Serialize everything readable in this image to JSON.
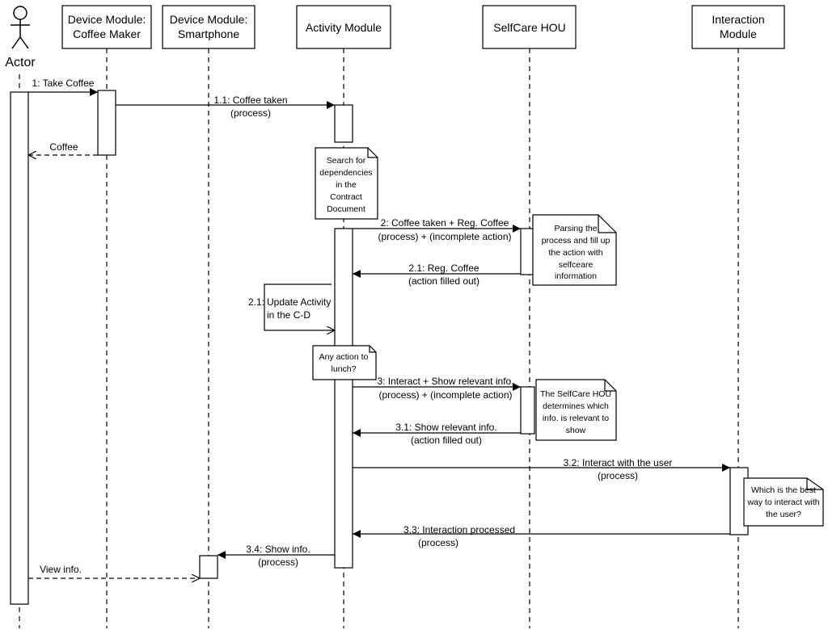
{
  "actor": {
    "label": "Actor"
  },
  "lifelines": [
    {
      "id": "coffee-maker",
      "lines": [
        "Device Module:",
        "Coffee Maker"
      ]
    },
    {
      "id": "smartphone",
      "lines": [
        "Device Module:",
        "Smartphone"
      ]
    },
    {
      "id": "activity-module",
      "lines": [
        "Activity Module"
      ]
    },
    {
      "id": "selfcare-hou",
      "lines": [
        "SelfCare HOU"
      ]
    },
    {
      "id": "interaction-module",
      "lines": [
        "Interaction",
        "Module"
      ]
    }
  ],
  "messages": {
    "take_coffee": "1: Take Coffee",
    "coffee_taken": [
      "1.1: Coffee taken",
      "(process)"
    ],
    "coffee_return": "Coffee",
    "coffee_taken_req": [
      "2: Coffee taken + Reg. Coffee",
      "(process) + (incomplete action)"
    ],
    "req_coffee": [
      "2.1: Reg. Coffee",
      "(action filled out)"
    ],
    "update_activity": [
      "2.1:",
      "Update Activity",
      "in the C-D"
    ],
    "interact_show": [
      "3: Interact + Show relevant info.",
      "(process) + (incomplete action)"
    ],
    "show_relevant": [
      "3.1: Show relevant info.",
      "(action filled out)"
    ],
    "interact_user": [
      "3.2: Interact with the user",
      "(process)"
    ],
    "interaction_processed": [
      "3.3: Interaction processed",
      "(process)"
    ],
    "show_info": [
      "3.4: Show info.",
      "(process)"
    ],
    "view_info": "View info."
  },
  "notes": {
    "search_deps": [
      "Search for",
      "dependencies",
      "in the",
      "Contract",
      "Document"
    ],
    "parsing": [
      "Parsing the",
      "process and fill up",
      "the action with",
      "selfceare",
      "information"
    ],
    "any_action": [
      "Any action to",
      "lunch?"
    ],
    "selfcare_determines": [
      "The SelfCare HOU",
      "determines which",
      "info. is relevant to",
      "show"
    ],
    "best_way": [
      "Which is the best",
      "way to interact with",
      "the user?"
    ]
  }
}
